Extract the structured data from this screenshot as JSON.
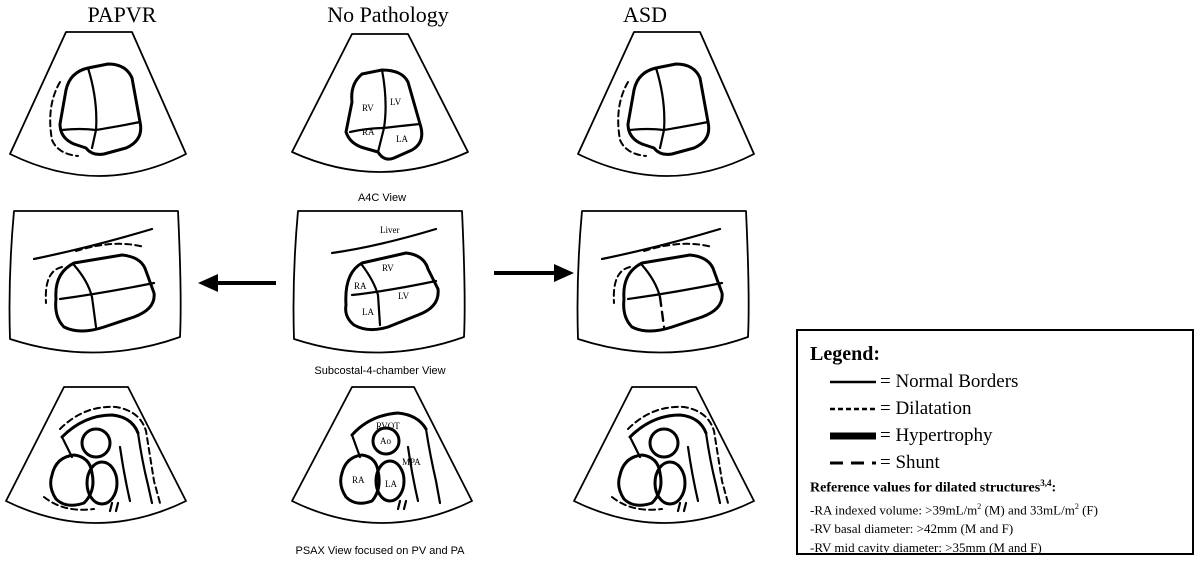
{
  "columns": {
    "left_title": "PAPVR",
    "center_title": "No Pathology",
    "right_title": "ASD"
  },
  "views": {
    "a4c": "A4C View",
    "subcostal": "Subcostal-4-chamber View",
    "psax": "PSAX View focused on PV and PA"
  },
  "chamber_labels": {
    "rv": "RV",
    "lv": "LV",
    "ra": "RA",
    "la": "LA",
    "liver": "Liver",
    "rvot": "RVOT",
    "ao": "Ao",
    "mpa": "MPA"
  },
  "legend": {
    "title": "Legend:",
    "items": [
      {
        "style": "solid",
        "label": "= Normal Borders"
      },
      {
        "style": "dotted",
        "label": "= Dilatation"
      },
      {
        "style": "thick",
        "label": "= Hypertrophy"
      },
      {
        "style": "dashed",
        "label": "= Shunt"
      }
    ],
    "reference_title": "Reference values for dilated structures",
    "reference_superscript": "3,4",
    "reference_colon": ":",
    "references": [
      {
        "text_a": "-RA indexed volume: >39mL/m",
        "sup_a": "2",
        "text_b": " (M) and 33mL/m",
        "sup_b": "2",
        "text_c": " (F)"
      },
      {
        "text": "-RV basal diameter: >42mm (M and F)"
      },
      {
        "text": "-RV mid cavity diameter: >35mm (M and F)"
      }
    ]
  }
}
